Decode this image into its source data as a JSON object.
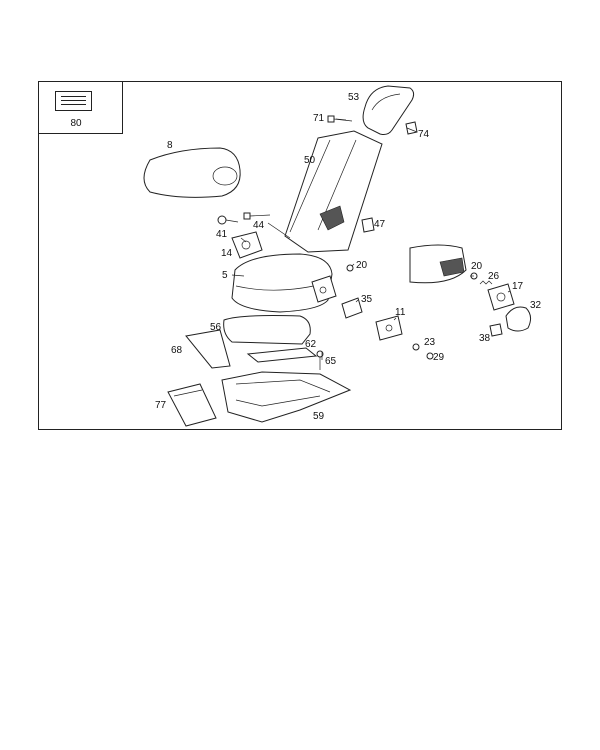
{
  "legend": {
    "label": "80"
  },
  "callouts": [
    {
      "id": "p53",
      "text": "53"
    },
    {
      "id": "p71",
      "text": "71"
    },
    {
      "id": "p74",
      "text": "74"
    },
    {
      "id": "p8",
      "text": "8"
    },
    {
      "id": "p50",
      "text": "50"
    },
    {
      "id": "p44",
      "text": "44"
    },
    {
      "id": "p41",
      "text": "41"
    },
    {
      "id": "p47",
      "text": "47"
    },
    {
      "id": "p14",
      "text": "14"
    },
    {
      "id": "p20a",
      "text": "20"
    },
    {
      "id": "p5",
      "text": "5"
    },
    {
      "id": "p20b",
      "text": "20"
    },
    {
      "id": "p26",
      "text": "26"
    },
    {
      "id": "p17",
      "text": "17"
    },
    {
      "id": "p35",
      "text": "35"
    },
    {
      "id": "p32",
      "text": "32"
    },
    {
      "id": "p11",
      "text": "11"
    },
    {
      "id": "p38",
      "text": "38"
    },
    {
      "id": "p56",
      "text": "56"
    },
    {
      "id": "p23",
      "text": "23"
    },
    {
      "id": "p62",
      "text": "62"
    },
    {
      "id": "p68",
      "text": "68"
    },
    {
      "id": "p29",
      "text": "29"
    },
    {
      "id": "p65",
      "text": "65"
    },
    {
      "id": "p77",
      "text": "77"
    },
    {
      "id": "p59",
      "text": "59"
    }
  ]
}
